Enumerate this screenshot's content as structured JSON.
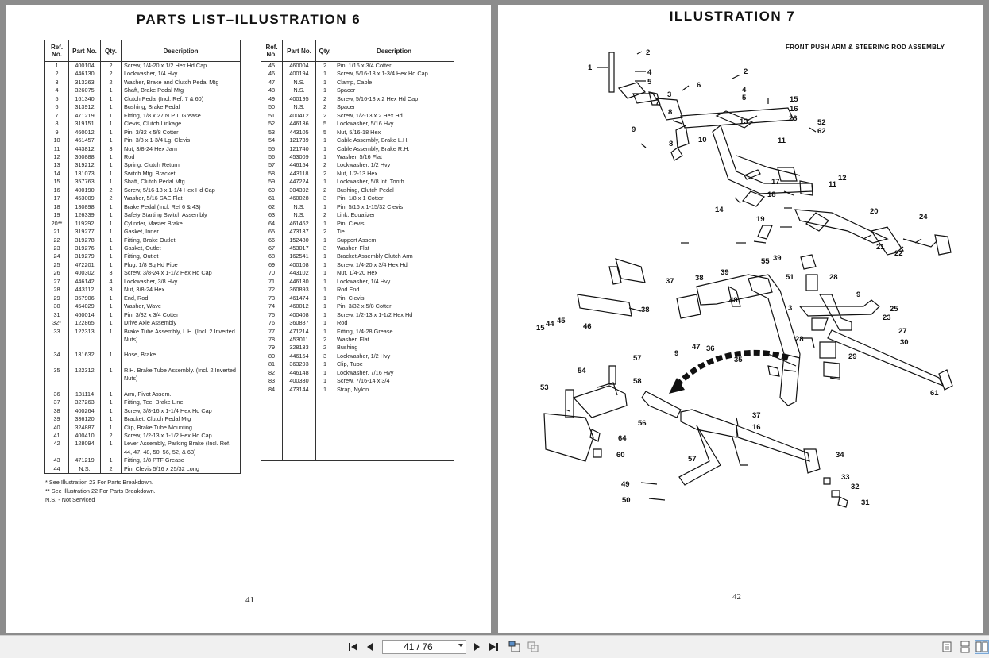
{
  "left_page": {
    "title": "PARTS LIST–ILLUSTRATION 6",
    "page_number": "41",
    "headers": [
      "Ref. No.",
      "Part No.",
      "Qty.",
      "Description"
    ],
    "rows_a": [
      [
        "1",
        "400104",
        "2",
        "Screw, 1/4-20 x 1/2 Hex Hd Cap"
      ],
      [
        "2",
        "446130",
        "2",
        "Lockwasher, 1/4 Hvy"
      ],
      [
        "3",
        "313263",
        "2",
        "Washer, Brake and Clutch Pedal Mtg"
      ],
      [
        "4",
        "326075",
        "1",
        "Shaft, Brake Pedal Mtg"
      ],
      [
        "5",
        "161340",
        "1",
        "Clutch Pedal (Incl. Ref. 7 & 60)"
      ],
      [
        "6",
        "313912",
        "1",
        "Bushing, Brake Pedal"
      ],
      [
        "7",
        "471219",
        "1",
        "Fitting, 1/8 x 27 N.P.T. Grease"
      ],
      [
        "8",
        "319151",
        "1",
        "Clevis, Clutch Linkage"
      ],
      [
        "9",
        "460012",
        "1",
        "Pin, 3/32 x 5/8 Cotter"
      ],
      [
        "10",
        "461457",
        "1",
        "Pin, 3/8 x 1-3/4 Lg. Clevis"
      ],
      [
        "11",
        "443812",
        "3",
        "Nut, 3/8-24 Hex Jam"
      ],
      [
        "12",
        "360888",
        "1",
        "Rod"
      ],
      [
        "13",
        "319212",
        "1",
        "Spring, Clutch Return"
      ],
      [
        "14",
        "131073",
        "1",
        "Switch Mtg. Bracket"
      ],
      [
        "15",
        "357763",
        "1",
        "Shaft, Clutch Pedal Mtg"
      ],
      [
        "16",
        "400190",
        "2",
        "Screw, 5/16-18 x 1-1/4 Hex Hd Cap"
      ],
      [
        "17",
        "453009",
        "2",
        "Washer, 5/16 SAE Flat"
      ],
      [
        "18",
        "130898",
        "1",
        "Brake Pedal (Incl. Ref 6 & 43)"
      ],
      [
        "19",
        "126339",
        "1",
        "Safety Starting Switch Assembly"
      ],
      [
        "20**",
        "119292",
        "1",
        "Cylinder, Master Brake"
      ],
      [
        "21",
        "319277",
        "1",
        "Gasket, Inner"
      ],
      [
        "22",
        "319278",
        "1",
        "Fitting, Brake Outlet"
      ],
      [
        "23",
        "319276",
        "1",
        "Gasket, Outlet"
      ],
      [
        "24",
        "319279",
        "1",
        "Fitting, Outlet"
      ],
      [
        "25",
        "472201",
        "1",
        "Plug, 1/8 Sq Hd Pipe"
      ],
      [
        "26",
        "400302",
        "3",
        "Screw, 3/8-24 x 1-1/2 Hex Hd Cap"
      ],
      [
        "27",
        "446142",
        "4",
        "Lockwasher, 3/8 Hvy"
      ],
      [
        "28",
        "443112",
        "3",
        "Nut, 3/8-24 Hex"
      ],
      [
        "29",
        "357906",
        "1",
        "End, Rod"
      ],
      [
        "30",
        "454029",
        "1",
        "Washer, Wave"
      ],
      [
        "31",
        "460014",
        "1",
        "Pin, 3/32 x 3/4 Cotter"
      ],
      [
        "32*",
        "122865",
        "1",
        "Drive Axle Assembly"
      ],
      [
        "33",
        "122313",
        "1",
        "Brake Tube Assembly, L.H. (Incl. 2 Inverted Nuts)"
      ]
    ],
    "rows_b": [
      [
        "34",
        "131632",
        "1",
        "Hose, Brake"
      ]
    ],
    "rows_c": [
      [
        "35",
        "122312",
        "1",
        "R.H. Brake Tube Assembly. (Incl. 2 Inverted Nuts)"
      ]
    ],
    "rows_d": [
      [
        "36",
        "131114",
        "1",
        "Arm, Pivot Assem."
      ],
      [
        "37",
        "327263",
        "1",
        "Fitting, Tee, Brake Line"
      ],
      [
        "38",
        "400264",
        "1",
        "Screw, 3/8-16 x 1-1/4 Hex Hd Cap"
      ],
      [
        "39",
        "336120",
        "1",
        "Bracket, Clutch Pedal Mtg"
      ],
      [
        "40",
        "324887",
        "1",
        "Clip, Brake Tube Mounting"
      ],
      [
        "41",
        "400410",
        "2",
        "Screw, 1/2-13 x 1-1/2 Hex Hd Cap"
      ],
      [
        "42",
        "128094",
        "1",
        "Lever Assembly, Parking Brake (Incl. Ref. 44, 47, 48, 50, 56, 52, & 63)"
      ],
      [
        "43",
        "471219",
        "1",
        "Fitting, 1/8 PTF Grease"
      ],
      [
        "44",
        "N.S.",
        "2",
        "Pin, Clevis 5/16 x 25/32 Long"
      ]
    ],
    "notes": [
      "* See Illustration 23 For Parts Breakdown.",
      "** See Illustration 22 For Parts Breakdown.",
      "N.S. - Not Serviced"
    ],
    "rows_right": [
      [
        "45",
        "460004",
        "2",
        "Pin, 1/16 x 3/4 Cotter"
      ],
      [
        "46",
        "400194",
        "1",
        "Screw, 5/16-18 x 1-3/4 Hex Hd Cap"
      ],
      [
        "47",
        "N.S.",
        "1",
        "Clamp, Cable"
      ],
      [
        "48",
        "N.S.",
        "1",
        "Spacer"
      ],
      [
        "49",
        "400195",
        "2",
        "Screw, 5/16-18 x 2 Hex Hd Cap"
      ],
      [
        "50",
        "N.S.",
        "2",
        "Spacer"
      ],
      [
        "51",
        "400412",
        "2",
        "Screw, 1/2-13 x 2 Hex Hd"
      ],
      [
        "52",
        "446136",
        "5",
        "Lockwasher, 5/16 Hvy"
      ],
      [
        "53",
        "443105",
        "5",
        "Nut, 5/16-18 Hex"
      ],
      [
        "54",
        "121739",
        "1",
        "Cable Assembly, Brake L.H."
      ],
      [
        "55",
        "121740",
        "1",
        "Cable Assembly, Brake R.H."
      ],
      [
        "56",
        "453009",
        "1",
        "Washer, 5/16 Flat"
      ],
      [
        "57",
        "446154",
        "2",
        "Lockwasher, 1/2 Hvy"
      ],
      [
        "58",
        "443118",
        "2",
        "Nut, 1/2-13 Hex"
      ],
      [
        "59",
        "447224",
        "1",
        "Lockwasher, 5/8 Int. Tooth"
      ],
      [
        "60",
        "304392",
        "2",
        "Bushing, Clutch Pedal"
      ],
      [
        "61",
        "460028",
        "3",
        "Pin, 1/8 x 1 Cotter"
      ],
      [
        "62",
        "N.S.",
        "1",
        "Pin, 5/16 x 1-15/32 Clevis"
      ],
      [
        "63",
        "N.S.",
        "2",
        "Link, Equalizer"
      ],
      [
        "64",
        "461462",
        "1",
        "Pin, Clevis"
      ],
      [
        "65",
        "473137",
        "2",
        "Tie"
      ],
      [
        "66",
        "152480",
        "1",
        "Support Assem."
      ],
      [
        "67",
        "453017",
        "3",
        "Washer, Flat"
      ],
      [
        "68",
        "162541",
        "1",
        "Bracket Assembly Clutch Arm"
      ],
      [
        "69",
        "400108",
        "1",
        "Screw, 1/4-20 x 3/4 Hex Hd"
      ],
      [
        "70",
        "443102",
        "1",
        "Nut, 1/4-20 Hex"
      ],
      [
        "71",
        "446130",
        "1",
        "Lockwasher, 1/4 Hvy"
      ],
      [
        "72",
        "360893",
        "1",
        "Rod End"
      ],
      [
        "73",
        "461474",
        "1",
        "Pin, Clevis"
      ],
      [
        "74",
        "460012",
        "1",
        "Pin, 3/32 x 5/8 Cotter"
      ],
      [
        "75",
        "400408",
        "1",
        "Screw, 1/2-13 x 1-1/2 Hex Hd"
      ],
      [
        "76",
        "360887",
        "1",
        "Rod"
      ],
      [
        "77",
        "471214",
        "1",
        "Fitting, 1/4-28 Grease"
      ],
      [
        "78",
        "453011",
        "2",
        "Washer, Flat"
      ],
      [
        "79",
        "328133",
        "2",
        "Bushing"
      ],
      [
        "80",
        "446154",
        "3",
        "Lockwasher, 1/2 Hvy"
      ],
      [
        "81",
        "363293",
        "1",
        "Clip, Tube"
      ],
      [
        "82",
        "446148",
        "1",
        "Lockwasher, 7/16 Hvy"
      ],
      [
        "83",
        "400330",
        "1",
        "Screw, 7/16-14 x 3/4"
      ],
      [
        "84",
        "473144",
        "1",
        "Strap, Nylon"
      ]
    ]
  },
  "right_page": {
    "title": "ILLUSTRATION  7",
    "subtitle": "FRONT PUSH ARM & STEERING ROD ASSEMBLY",
    "page_number": "42",
    "callouts": [
      "1",
      "2",
      "4",
      "5",
      "2",
      "6",
      "4",
      "5",
      "7",
      "3",
      "8",
      "9",
      "8",
      "10",
      "11",
      "13",
      "15",
      "16",
      "26",
      "52",
      "62",
      "11",
      "12",
      "14",
      "18",
      "17",
      "19",
      "20",
      "24",
      "21",
      "22",
      "55",
      "39",
      "38",
      "37",
      "39",
      "48",
      "51",
      "28",
      "9",
      "3",
      "15",
      "44",
      "45",
      "46",
      "38",
      "47",
      "9",
      "36",
      "25",
      "23",
      "27",
      "30",
      "28",
      "29",
      "35",
      "61",
      "57",
      "54",
      "58",
      "53",
      "56",
      "64",
      "60",
      "37",
      "16",
      "57",
      "34",
      "49",
      "50",
      "33",
      "32",
      "31"
    ]
  },
  "toolbar": {
    "page_indicator": "41 / 76",
    "icons": [
      "first-page-icon",
      "prev-page-icon",
      "next-page-icon",
      "last-page-icon",
      "fit-page-icon",
      "fit-width-icon",
      "single-page-icon",
      "continuous-icon",
      "two-page-icon"
    ]
  }
}
